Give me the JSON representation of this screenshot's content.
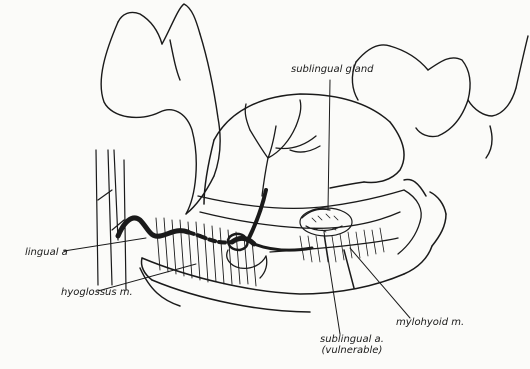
{
  "labels": {
    "sublingual_gland": "sublingual gland",
    "lingual_a": "lingual a",
    "hyoglossus": "hyoglossus m.",
    "sublingual_a_line1": "sublingual a.",
    "sublingual_a_line2": "(vulnerable)",
    "mylohyoid": "mylohyoid m."
  },
  "colors": {
    "ink": "#1a1a1a",
    "paper": "#fbfbf9"
  }
}
